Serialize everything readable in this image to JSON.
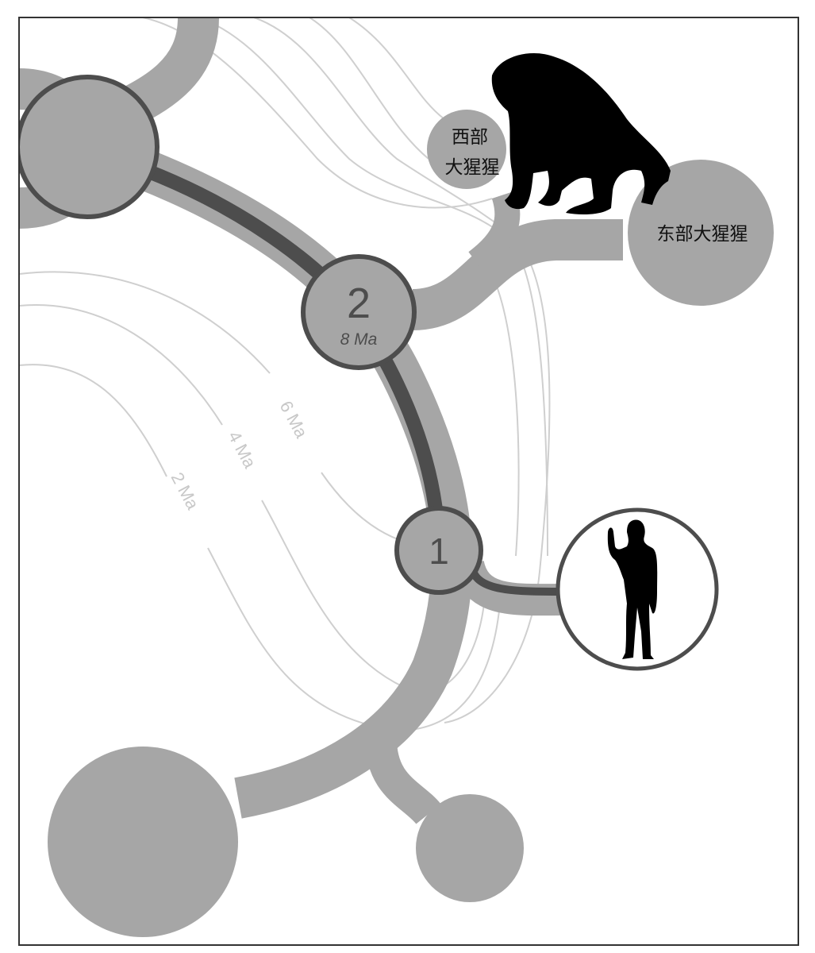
{
  "colors": {
    "band": "#a6a6a6",
    "lineage": "#4d4d4d",
    "contour": "#cfcfcf",
    "silhouette": "#000000",
    "frame": "#333333"
  },
  "nodes": {
    "node2": {
      "number": "2",
      "age": "8 Ma"
    },
    "node1": {
      "number": "1"
    }
  },
  "contour_labels": [
    "6 Ma",
    "4 Ma",
    "2 Ma"
  ],
  "species": {
    "western_gorilla": {
      "line1": "西部",
      "line2": "大猩猩"
    },
    "eastern_gorilla": {
      "label": "东部大猩猩"
    }
  },
  "icons": [
    "gorilla-silhouette",
    "human-silhouette"
  ]
}
